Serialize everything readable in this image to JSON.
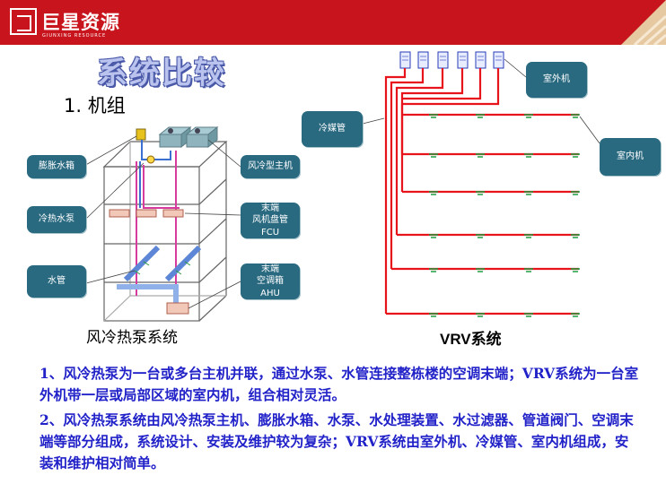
{
  "header": {
    "logo_name": "巨星资源",
    "logo_sub": "GIUNXING RESOURCE"
  },
  "slide": {
    "title": "系统比较",
    "subtitle": "1. 机组"
  },
  "left_diagram": {
    "caption": "风冷热泵系统",
    "labels": {
      "expansion_tank": "膨胀水箱",
      "pump": "冷热水泵",
      "pipe": "水管",
      "chiller": "风冷型主机",
      "fcu": "末端\n风机盘管\nFCU",
      "ahu": "末端\n空调箱\nAHU"
    }
  },
  "right_diagram": {
    "caption": "VRV系统",
    "labels": {
      "outdoor": "室外机",
      "refrigerant": "冷媒管",
      "indoor": "室内机"
    }
  },
  "paragraphs": {
    "p1": "1、风冷热泵为一台或多台主机并联，通过水泵、水管连接整栋楼的空调末端；VRV系统为一台室外机带一层或局部区域的室内机，组合相对灵活。",
    "p2": "2、风冷热泵系统由风冷热泵主机、膨胀水箱、水泵、水处理装置、水过滤器、管道阀门、空调末端等部分组成，系统设计、安装及维护较为复杂；VRV系统由室外机、冷媒管、室内机组成，安装和维护相对简单。"
  },
  "colors": {
    "header_red": "#c8141c",
    "callout_teal": "#2a6a80",
    "text_blue": "#2222c9",
    "pipe_red": "#e8141c"
  }
}
